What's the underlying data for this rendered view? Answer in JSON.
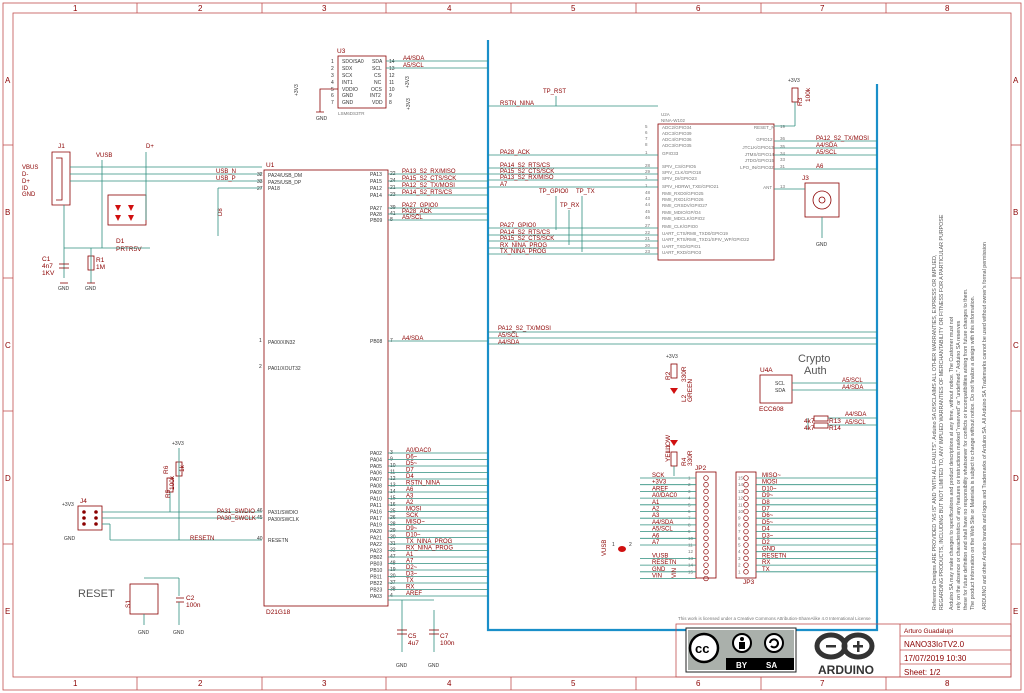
{
  "grid": {
    "cols": [
      "1",
      "2",
      "3",
      "4",
      "5",
      "6",
      "7",
      "8"
    ],
    "rows": [
      "A",
      "B",
      "C",
      "D",
      "E"
    ]
  },
  "u3": {
    "ref": "U3",
    "part": "LSM6DS3TR",
    "left_pins": [
      "SDO/SA0",
      "SDX",
      "SCX",
      "INT1",
      "VDDIO",
      "GND",
      "GND"
    ],
    "left_nums": [
      "1",
      "2",
      "3",
      "4",
      "5",
      "6",
      "7"
    ],
    "right_pins": [
      "SDA",
      "SCL",
      "CS",
      "NC",
      "OCS",
      "INT2",
      "VDD"
    ],
    "right_nums": [
      "14",
      "13",
      "12",
      "11",
      "10",
      "9",
      "8"
    ],
    "nets": [
      "A4/SDA",
      "A5/SCL"
    ],
    "vcc": "+3V3",
    "gnd": "GND"
  },
  "usb": {
    "ref": "J1",
    "pins": [
      "VBUS",
      "D-",
      "D+",
      "ID",
      "GND"
    ],
    "vusb": "VUSB",
    "dplus": "D+",
    "d1_ref": "D1",
    "d1_part": "PRTR5V",
    "c1": [
      "C1",
      "4n7",
      "1KV"
    ],
    "r1": [
      "R1",
      "1M"
    ],
    "gnd": [
      "GND",
      "GND"
    ]
  },
  "u1": {
    "ref": "U1",
    "part": "D21G18",
    "left_pins": [
      {
        "name": "PA24/USB_DM",
        "num": "32"
      },
      {
        "name": "PA25/USB_DP",
        "num": "33"
      },
      {
        "name": "PA18",
        "num": "27"
      },
      {
        "name": "PA00/XIN32",
        "num": "1"
      },
      {
        "name": "PA01/XOUT32",
        "num": "2"
      },
      {
        "name": "PA31/SWDIO",
        "num": "46"
      },
      {
        "name": "PA30/SWCLK",
        "num": "45"
      },
      {
        "name": "RESETN",
        "num": "40"
      }
    ],
    "right_top": [
      {
        "name": "PA13",
        "num": "22",
        "net": "PA13_S2_RX/MISO"
      },
      {
        "name": "PA15",
        "num": "24",
        "net": "PA15_S2_CTS/SCK"
      },
      {
        "name": "PA12",
        "num": "21",
        "net": "PA12_S2_TX/MOSI"
      },
      {
        "name": "PA14",
        "num": "23",
        "net": "PA14_S2_RTS/CS"
      },
      {
        "name": "PA27",
        "num": "39",
        "net": "PA27_GPIO0"
      },
      {
        "name": "PA28",
        "num": "41",
        "net": "PA28_ACK"
      },
      {
        "name": "PB09",
        "num": "8",
        "net": "A5/SCL"
      },
      {
        "name": "PB08",
        "num": "7",
        "net": "A4/SDA"
      }
    ],
    "right_bottom": [
      {
        "name": "PA02",
        "num": "3",
        "net": "A0/DAC0"
      },
      {
        "name": "PA04",
        "num": "9",
        "net": "D6~"
      },
      {
        "name": "PA05",
        "num": "10",
        "net": "D5~"
      },
      {
        "name": "PA06",
        "num": "11",
        "net": "D7"
      },
      {
        "name": "PA07",
        "num": "12",
        "net": "D4"
      },
      {
        "name": "PA08",
        "num": "13",
        "net": "RSTN_NINA"
      },
      {
        "name": "PA09",
        "num": "14",
        "net": "A6"
      },
      {
        "name": "PA10",
        "num": "15",
        "net": "A3"
      },
      {
        "name": "PA11",
        "num": "16",
        "net": "A2"
      },
      {
        "name": "PA16",
        "num": "25",
        "net": "MOSI"
      },
      {
        "name": "PA17",
        "num": "26",
        "net": "SCK"
      },
      {
        "name": "PA19",
        "num": "28",
        "net": "MISO~"
      },
      {
        "name": "PA20",
        "num": "29",
        "net": "D9~"
      },
      {
        "name": "PA21",
        "num": "30",
        "net": "D10~"
      },
      {
        "name": "PA22",
        "num": "31",
        "net": "TX_NINA_PROG"
      },
      {
        "name": "PA23",
        "num": "32",
        "net": "RX_NINA_PROG"
      },
      {
        "name": "PB02",
        "num": "47",
        "net": "A1"
      },
      {
        "name": "PB03",
        "num": "48",
        "net": "A7"
      },
      {
        "name": "PB10",
        "num": "19",
        "net": "D2~"
      },
      {
        "name": "PB11",
        "num": "20",
        "net": "D3~"
      },
      {
        "name": "PB22",
        "num": "37",
        "net": "TX"
      },
      {
        "name": "PB23",
        "num": "38",
        "net": "RX"
      },
      {
        "name": "PA03",
        "num": "4",
        "net": "AREF"
      }
    ],
    "usb_nets": [
      "USB_N",
      "USB_P"
    ],
    "d8": "D8"
  },
  "swd": {
    "ref": "J4",
    "vcc": "+3V3",
    "gnd": "GND",
    "nets": [
      "PA31_SWDIO",
      "PA30_SWCLK"
    ],
    "r5": [
      "R5",
      "100k"
    ],
    "r6": [
      "R6",
      "1k"
    ],
    "vcc2": "+3V3",
    "resetn": "RESETN",
    "reset_label": "RESET",
    "sw": "S1",
    "c2": [
      "C2",
      "100n"
    ],
    "gnd2": [
      "GND",
      "GND"
    ]
  },
  "caps": {
    "c5": [
      "C5",
      "4u7"
    ],
    "c7": [
      "C7",
      "100n"
    ],
    "gnd": [
      "GND",
      "GND"
    ]
  },
  "nina": {
    "ref": "U2A",
    "part": "NINA-W102",
    "left_pins": [
      {
        "name": "ADC2/GPIO34",
        "num": "5"
      },
      {
        "name": "ADC3/GPIO39",
        "num": "6"
      },
      {
        "name": "ADC4/GPIO36",
        "num": "7"
      },
      {
        "name": "ADC3/GPIO35",
        "num": "8"
      },
      {
        "name": "GPIO33",
        "num": "1"
      },
      {
        "name": "SPIV_CS/GPIO5",
        "num": "28"
      },
      {
        "name": "SPIV_CLK/GPIO18",
        "num": "29"
      },
      {
        "name": "SPIV_DI/GPIO23",
        "num": "1"
      },
      {
        "name": "SPIV_HDRWI_TXE/GPIO21",
        "num": "1"
      },
      {
        "name": "RMII_RXD0/GPIO25",
        "num": "48"
      },
      {
        "name": "RMII_RXD1/GPIO26",
        "num": "43"
      },
      {
        "name": "RMII_CRSDV/GPIO27",
        "num": "44"
      },
      {
        "name": "RMII_MDIO/GP/O4",
        "num": "45"
      },
      {
        "name": "RMII_MDCLK/GPIO2",
        "num": "46"
      },
      {
        "name": "RMII_CLK/GPIO0",
        "num": "27"
      },
      {
        "name": "UART_CTS/RMII_TXD0/GPIO19",
        "num": "22"
      },
      {
        "name": "UART_RTS/RMII_TXD1/SPIV_WP/GPIO22",
        "num": "21"
      },
      {
        "name": "UART_TXD/GPIO1",
        "num": "20"
      },
      {
        "name": "UART_RXD/GPIO3",
        "num": "23"
      }
    ],
    "right_pins": [
      {
        "name": "RESET_N",
        "num": "19"
      },
      {
        "name": "GPIO12",
        "num": "36"
      },
      {
        "name": "JTCLK/GPIO13",
        "num": "35"
      },
      {
        "name": "JTMS/GPIO14",
        "num": "34"
      },
      {
        "name": "JTDO/GPIO15",
        "num": "33"
      },
      {
        "name": "LPO_IN/GPIO32",
        "num": "31"
      },
      {
        "name": "ANT",
        "num": "13"
      }
    ],
    "nets_left": [
      "RSTN_NINA",
      "PA28_ACK",
      "PA14_S2_RTS/CS",
      "PA15_S2_CTS/SCK",
      "PA13_S2_RX/MISO",
      "A7",
      "PA27_GPIO0",
      "PA14_S2_RTS/CS",
      "PA15_S2_CTS/SCK",
      "RX_NINA_PROG",
      "TX_NINA_PROG"
    ],
    "nets_right": [
      "PA12_S2_TX/MOSI",
      "A4/SDA",
      "A5/SCL",
      "A6"
    ],
    "tps": [
      "TP_RST",
      "TP_GPIO0",
      "TP_TX",
      "TP_RX"
    ],
    "vcc": "+3V3",
    "r3": [
      "R3",
      "100k"
    ],
    "j3": "J3",
    "gnd": "GND"
  },
  "bus_nets": [
    "PA12_S2_TX/MOSI",
    "A5/SCL",
    "A4/SDA"
  ],
  "leds": {
    "r2": [
      "R2",
      "330R"
    ],
    "l2": [
      "L2",
      "GREEN"
    ],
    "vcc": "+3V3",
    "r4": [
      "R4",
      "330R"
    ],
    "l1": [
      "L1",
      "YELLOW"
    ]
  },
  "crypto": {
    "title": [
      "Crypto",
      "Auth"
    ],
    "ref": "U4A",
    "part": "ECC608",
    "pins": [
      "SCL",
      "SDA"
    ],
    "nets": [
      "A5/SCL",
      "A4/SDA"
    ],
    "r13": [
      "R13",
      "4k7"
    ],
    "r14": [
      "R14",
      "4k7"
    ],
    "nets2": [
      "A4/SDA",
      "A5/SCL"
    ]
  },
  "headers": {
    "jp2": "JP2",
    "jp3": "JP3",
    "jp2_nets": [
      "SCK",
      "+3V3",
      "AREF",
      "A0/DAC0",
      "A1",
      "A2",
      "A3",
      "A4/SDA",
      "A5/SCL",
      "A6",
      "A7",
      "",
      "VUSB",
      "RESETN",
      "GND",
      "VIN"
    ],
    "jp3_nets": [
      "MISO~",
      "MOSI",
      "D10~",
      "D9~",
      "D8",
      "D7",
      "D6~",
      "D5~",
      "D4",
      "D3~",
      "D2",
      "GND",
      "RESETN",
      "RX",
      "TX"
    ],
    "jp3_nums": [
      "15",
      "14",
      "13",
      "12",
      "11",
      "10",
      "9",
      "8",
      "7",
      "6",
      "5",
      "4",
      "3",
      "2",
      "1"
    ],
    "jp2_nums": [
      "1",
      "2",
      "3",
      "4",
      "5",
      "6",
      "7",
      "8",
      "9",
      "10",
      "11",
      "12",
      "13",
      "14",
      "15"
    ],
    "vusb": "VUSB",
    "vin": "VIN",
    "sj": [
      "1",
      "2"
    ]
  },
  "title_block": {
    "license": "This work is licensed under a Creative Commons Attribution-ShareAlike 4.0 International License",
    "author": "Arturo Guadalupi",
    "name": "NANO33IoTV2.0",
    "date": "17/07/2019 10:30",
    "sheet": "Sheet: 1/2",
    "cc_by": "BY",
    "cc_sa": "SA",
    "cc": "cc",
    "arduino": "ARDUINO"
  },
  "disclaimer": [
    "Reference Designs ARE PROVIDED \"AS IS\" AND \"WITH ALL FAULTS\". Arduino SA DISCLAIMS ALL OTHER WARRANTIES, EXPRESS OR IMPLIED,",
    "REGARDING PRODUCTS, INCLUDING BUT NOT LIMITED TO, ANY IMPLIED WARRANTIES OF MERCHANTABILITY OR FITNESS FOR A PARTICULAR PURPOSE",
    "Arduino SA may make changes to specifications and product descriptions at any time, without notice. The Customer must not",
    "rely on the absence or characteristics of any features or instructions marked \"reserved\" or \"undefined.\" Arduino SA reserves",
    "these for future definition and shall have no responsibility whatsoever for conflicts or incompatibilities arising from future changes to them.",
    "The product information on the Web Site or Materials is subject to change without notice. Do not finalize a design with this information.",
    "ARDUINO and other Arduino brands and logos and Trademarks of Arduino SA. All Arduino SA Trademarks cannot be used without owner's formal permission"
  ]
}
